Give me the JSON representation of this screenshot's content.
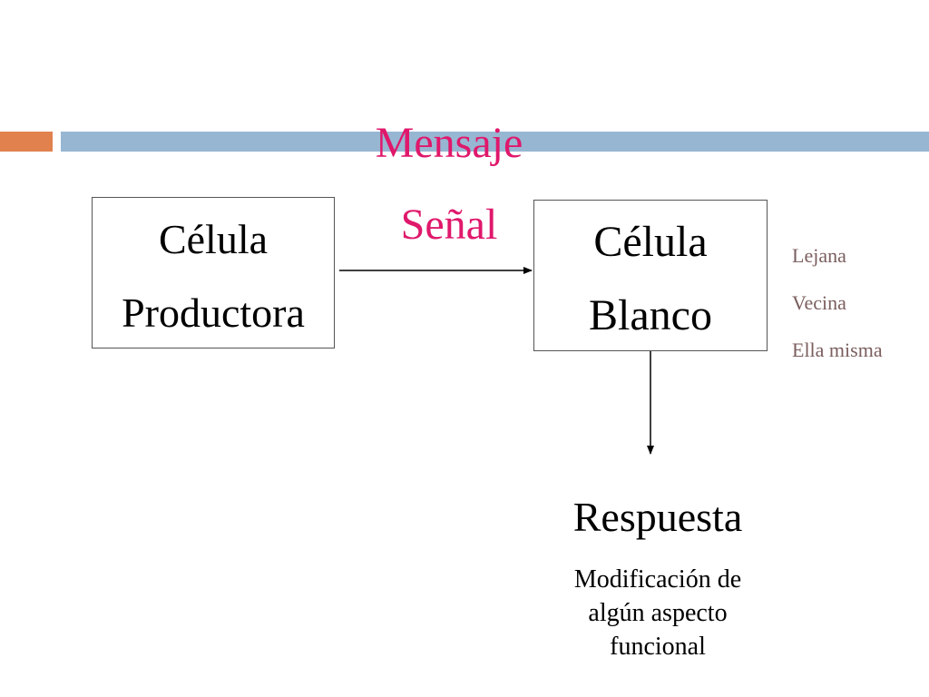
{
  "producer_cell": {
    "line1": "Célula",
    "line2": "Productora"
  },
  "signal": {
    "line1": "Mensaje",
    "line2": "Señal"
  },
  "target_cell": {
    "line1": "Célula",
    "line2": "Blanco"
  },
  "signal_types": [
    "Lejana",
    "Vecina",
    "Ella misma"
  ],
  "response": {
    "title": "Respuesta",
    "description": [
      "Modificación de",
      "algún aspecto",
      "funcional"
    ]
  },
  "colors": {
    "accent_orange": "#e0814e",
    "accent_blue": "#97b6d2",
    "signal_text": "#e0186c",
    "types_text": "#7b5e5e"
  }
}
